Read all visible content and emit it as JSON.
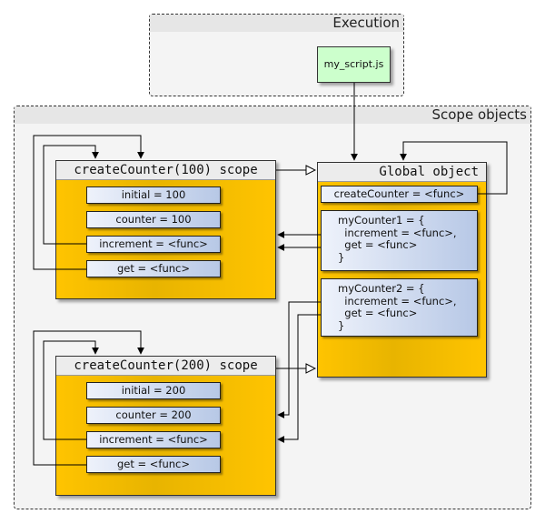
{
  "execution": {
    "title": "Execution",
    "script": "my_script.js"
  },
  "scope_objects": {
    "title": "Scope objects"
  },
  "scope1": {
    "header": "createCounter(100) scope",
    "items": [
      "initial = 100",
      "counter = 100",
      "increment = <func>",
      "get = <func>"
    ]
  },
  "scope2": {
    "header": "createCounter(200) scope",
    "items": [
      "initial = 200",
      "counter = 200",
      "increment = <func>",
      "get = <func>"
    ]
  },
  "global": {
    "header": "Global object",
    "create_counter": "createCounter = <func>",
    "my_counter1": "myCounter1 = {\n  increment = <func>,\n  get = <func>\n}",
    "my_counter2": "myCounter2 = {\n  increment = <func>,\n  get = <func>\n}"
  },
  "colors": {
    "scope_fill": "#ffc400",
    "item_fill_start": "#eef2fb",
    "item_fill_end": "#b7c8e6",
    "script_fill": "#ccffcc",
    "group_fill": "#f4f4f4"
  }
}
